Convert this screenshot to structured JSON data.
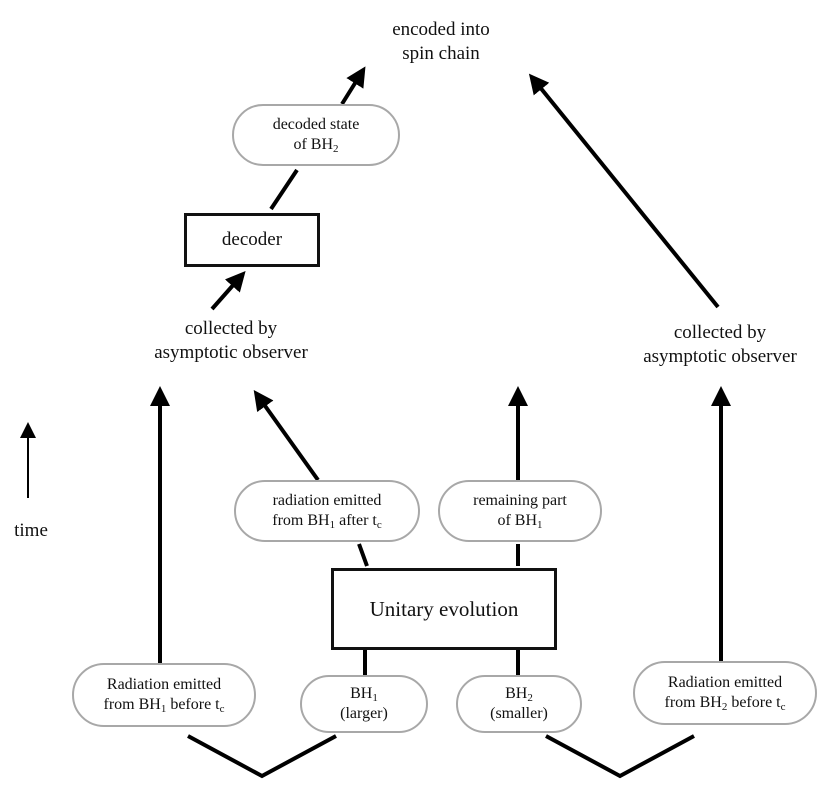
{
  "top_label": {
    "line1": "encoded into",
    "line2": "spin chain"
  },
  "decoded_state": {
    "line1": "decoded state",
    "line2_pre": "of BH",
    "line2_sub": "2"
  },
  "decoder": {
    "label": "decoder"
  },
  "collected_left": {
    "line1": "collected by",
    "line2": "asymptotic observer"
  },
  "collected_right": {
    "line1": "collected by",
    "line2": "asymptotic observer"
  },
  "time_axis": {
    "label": "time"
  },
  "radiation_after": {
    "line1": "radiation emitted",
    "line2_pre": "from BH",
    "line2_sub": "1",
    "line2_mid": " after t",
    "line2_sub2": "c"
  },
  "remaining_part": {
    "line1": "remaining part",
    "line2_pre": "of BH",
    "line2_sub": "1"
  },
  "unitary": {
    "label": "Unitary evolution"
  },
  "radiation_before_1": {
    "line1": "Radiation emitted",
    "line2_pre": "from BH",
    "line2_sub": "1",
    "line2_mid": " before t",
    "line2_sub2": "c"
  },
  "bh1": {
    "line1_pre": "BH",
    "line1_sub": "1",
    "line2": "(larger)"
  },
  "bh2": {
    "line1_pre": "BH",
    "line1_sub": "2",
    "line2": "(smaller)"
  },
  "radiation_before_2": {
    "line1": "Radiation emitted",
    "line2_pre": "from BH",
    "line2_sub": "2",
    "line2_mid": " before t",
    "line2_sub2": "c"
  }
}
